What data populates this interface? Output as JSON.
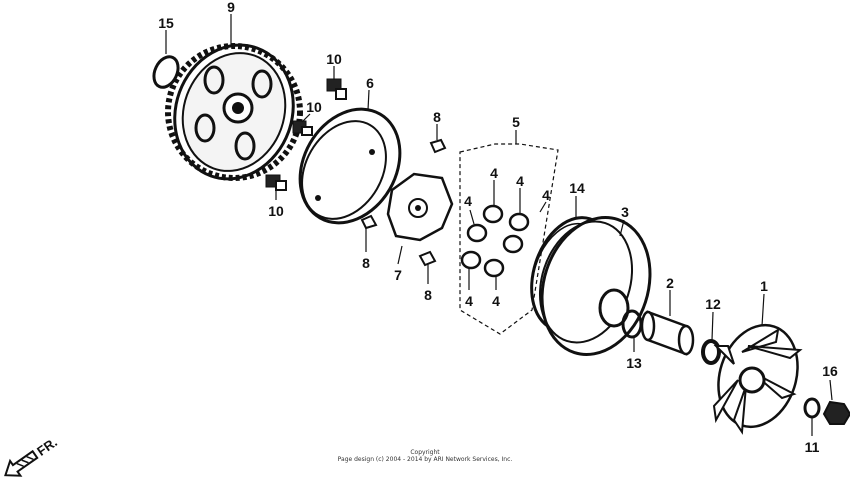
{
  "callouts": [
    {
      "id": "c15",
      "label": "15"
    },
    {
      "id": "c9",
      "label": "9"
    },
    {
      "id": "c10a",
      "label": "10"
    },
    {
      "id": "c6",
      "label": "6"
    },
    {
      "id": "c10b",
      "label": "10"
    },
    {
      "id": "c8a",
      "label": "8"
    },
    {
      "id": "c5",
      "label": "5"
    },
    {
      "id": "c4a",
      "label": "4"
    },
    {
      "id": "c4b",
      "label": "4"
    },
    {
      "id": "c4c",
      "label": "4"
    },
    {
      "id": "c4d",
      "label": "4"
    },
    {
      "id": "c14",
      "label": "14"
    },
    {
      "id": "c3",
      "label": "3"
    },
    {
      "id": "c10c",
      "label": "10"
    },
    {
      "id": "c8b",
      "label": "8"
    },
    {
      "id": "c7",
      "label": "7"
    },
    {
      "id": "c8c",
      "label": "8"
    },
    {
      "id": "c4e",
      "label": "4"
    },
    {
      "id": "c4f",
      "label": "4"
    },
    {
      "id": "c2",
      "label": "2"
    },
    {
      "id": "c12",
      "label": "12"
    },
    {
      "id": "c1",
      "label": "1"
    },
    {
      "id": "c13",
      "label": "13"
    },
    {
      "id": "c16",
      "label": "16"
    },
    {
      "id": "c11",
      "label": "11"
    }
  ],
  "direction_label": "FR.",
  "copyright": {
    "line1": "Copyright",
    "line2": "Page design (c) 2004 - 2014 by ARI Network Services, Inc."
  },
  "colors": {
    "ink": "#111111",
    "paper": "#ffffff"
  }
}
